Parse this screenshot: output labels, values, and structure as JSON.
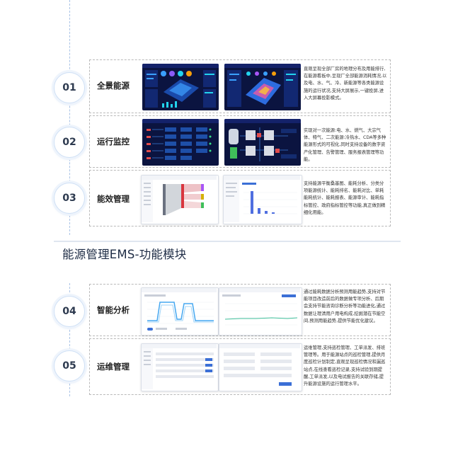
{
  "section_title": "能源管理EMS-功能模块",
  "modules": [
    {
      "num": "01",
      "name": "全景能源",
      "desc": "直观呈现全部厂房的地理分布及用能排行,在能源看板中,呈现厂全部能源消耗情况,以及电、水、气、冷、新能源等各类能源设施的运行状况,支持大屏展示,一键投屏,进入大屏幕投影模式。"
    },
    {
      "num": "02",
      "name": "运行监控",
      "desc": "实现对一次能源:电、水、燃气、大宗气体、特气、二次能源:冷热水、CDA等多种能源形式的可视化,同时支持设备的数字资产化管理、告警管理、服务报表管理等功能。"
    },
    {
      "num": "03",
      "name": "能效管理",
      "desc": "支持能源平衡桑基图、能耗分析、分类分项能源统计、能耗排名、能耗对比、单耗能耗统计、能耗报表、能源审计、能耗指标管控、政府指标管控等功能,真正做到精细化用能。"
    },
    {
      "num": "04",
      "name": "智能分析",
      "desc": "通过能耗数据分析预测用能趋势,支持对节能项目改造前后的数据做专项分析、后期会支持节能咨询诊断分析等功能进化,通过数据让理清用户用电构成,挖掘潜在节能空间,预测用能趋势,提供节能优化建议。"
    },
    {
      "num": "05",
      "name": "运维管理",
      "desc": "运维管理,支持巡检管理、工单派发、排班管理等。用于能源站点的巡检管理,提供月度巡检计划制定,直观呈现巡检情况和漏巡站点,在线查看巡检记录,支持试验到期提醒,工单派发,以及电试报告的关联存储,提升能源设施的运行管理水平。"
    }
  ],
  "colors": {
    "accent": "#3b6fd6",
    "dark_screen": "#0b1440",
    "circle_border": "#cfe0f5",
    "dash_line": "#a9c3e6"
  }
}
